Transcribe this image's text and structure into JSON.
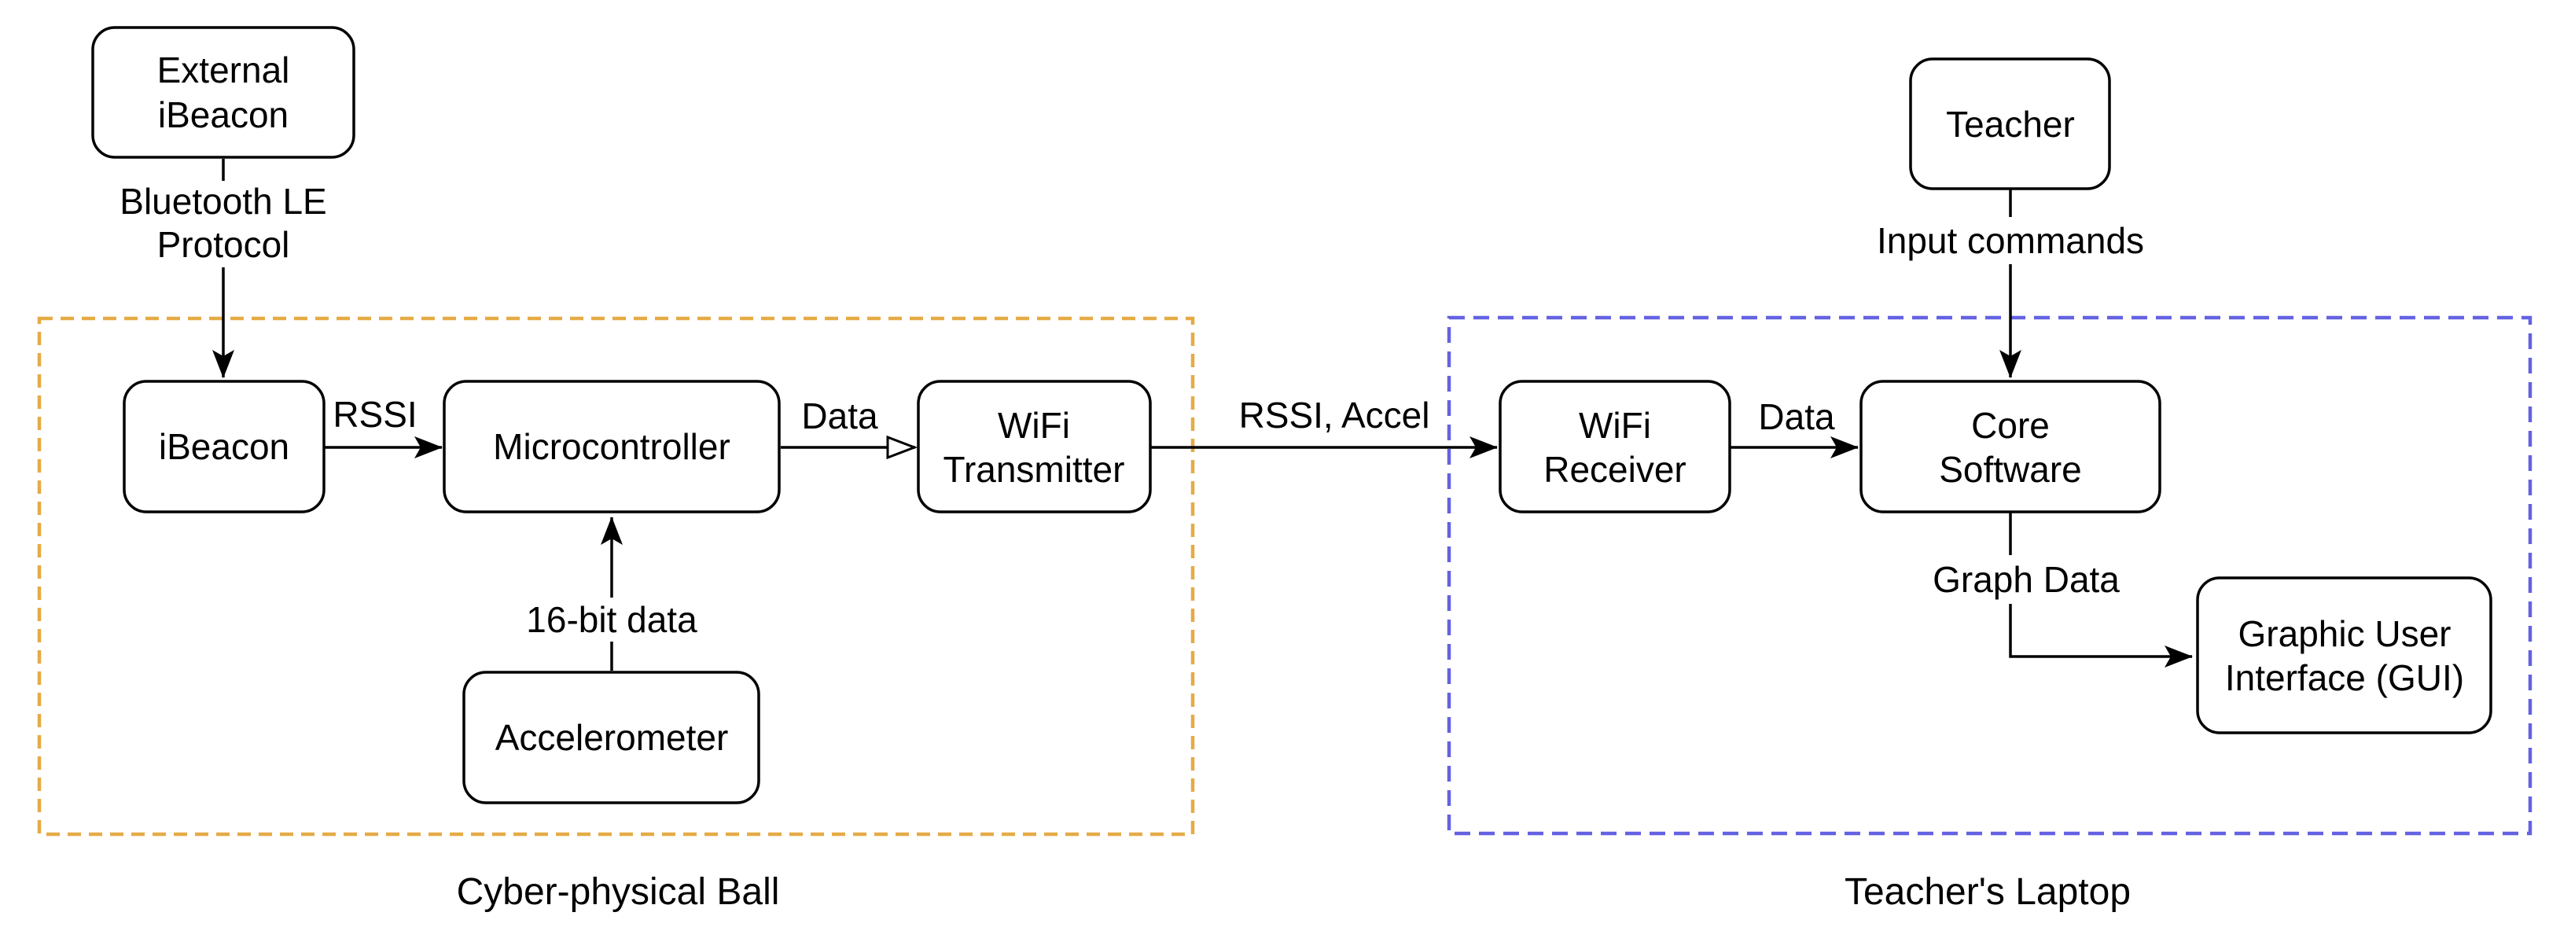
{
  "diagram": {
    "type": "block-diagram",
    "colors": {
      "node_border": "#000000",
      "text": "#000000",
      "ball_container_border": "#E5AB46",
      "laptop_container_border": "#6462E2",
      "background": "#FFFFFF"
    },
    "containers": {
      "cyber_physical_ball": {
        "label": "Cyber-physical Ball"
      },
      "teachers_laptop": {
        "label": "Teacher's Laptop"
      }
    },
    "nodes": {
      "external_ibeacon": {
        "line1": "External",
        "line2": "iBeacon"
      },
      "teacher": {
        "line1": "Teacher"
      },
      "ibeacon": {
        "line1": "iBeacon"
      },
      "microcontroller": {
        "line1": "Microcontroller"
      },
      "wifi_transmitter": {
        "line1": "WiFi",
        "line2": "Transmitter"
      },
      "wifi_receiver": {
        "line1": "WiFi",
        "line2": "Receiver"
      },
      "core_software": {
        "line1": "Core",
        "line2": "Software"
      },
      "accelerometer": {
        "line1": "Accelerometer"
      },
      "gui": {
        "line1": "Graphic User",
        "line2": "Interface (GUI)"
      }
    },
    "edge_labels": {
      "bluetooth_line1": "Bluetooth LE",
      "bluetooth_line2": "Protocol",
      "rssi": "RSSI",
      "data_to_transmitter": "Data",
      "rssi_accel": "RSSI, Accel",
      "data_to_core": "Data",
      "input_commands": "Input commands",
      "graph_data": "Graph Data",
      "sixteen_bit_data": "16-bit data"
    },
    "edges": [
      {
        "from": "external_ibeacon",
        "to": "ibeacon",
        "label": "Bluetooth LE Protocol",
        "head": "filled"
      },
      {
        "from": "ibeacon",
        "to": "microcontroller",
        "label": "RSSI",
        "head": "filled"
      },
      {
        "from": "microcontroller",
        "to": "wifi_transmitter",
        "label": "Data",
        "head": "open"
      },
      {
        "from": "wifi_transmitter",
        "to": "wifi_receiver",
        "label": "RSSI, Accel",
        "head": "filled"
      },
      {
        "from": "wifi_receiver",
        "to": "core_software",
        "label": "Data",
        "head": "filled"
      },
      {
        "from": "teacher",
        "to": "core_software",
        "label": "Input commands",
        "head": "filled"
      },
      {
        "from": "core_software",
        "to": "gui",
        "label": "Graph Data",
        "head": "filled"
      },
      {
        "from": "accelerometer",
        "to": "microcontroller",
        "label": "16-bit data",
        "head": "filled"
      }
    ]
  }
}
